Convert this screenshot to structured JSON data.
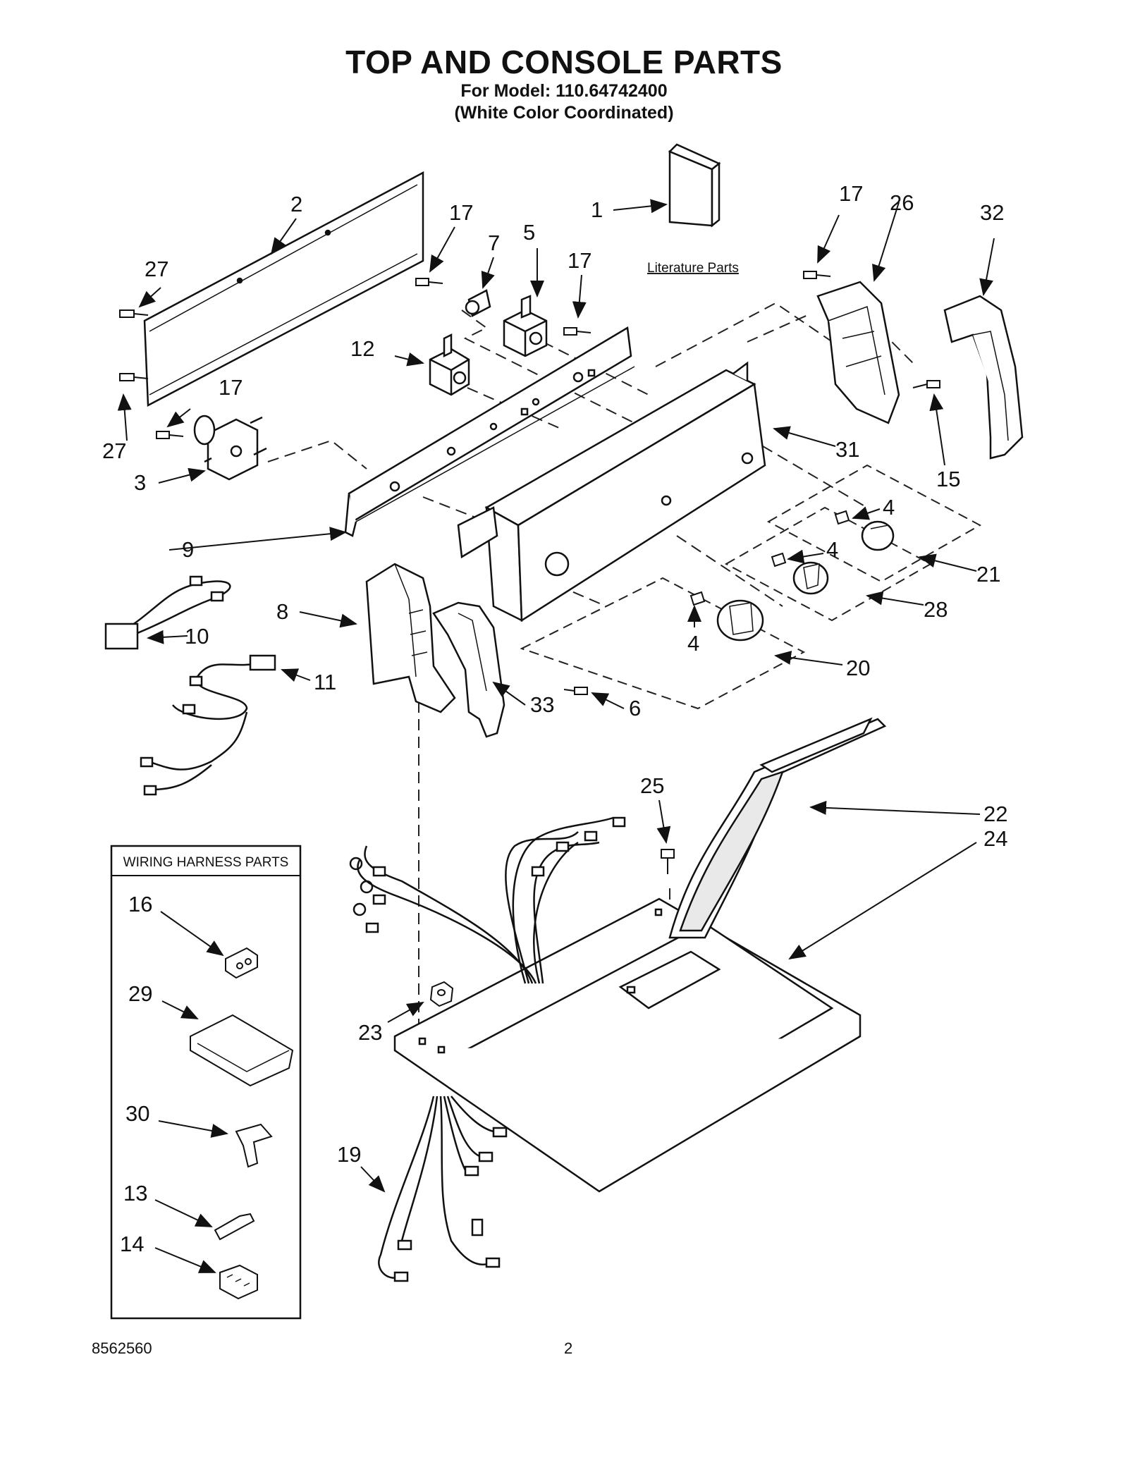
{
  "header": {
    "title": "TOP AND CONSOLE PARTS",
    "model_line": "For Model: 110.64742400",
    "color_line": "(White Color Coordinated)"
  },
  "literature_label": "Literature Parts",
  "wiring_box": {
    "title": "WIRING HARNESS PARTS"
  },
  "callouts": {
    "c1": "1",
    "c2": "2",
    "c3": "3",
    "c4a": "4",
    "c4b": "4",
    "c4c": "4",
    "c5": "5",
    "c6": "6",
    "c7": "7",
    "c8": "8",
    "c9": "9",
    "c10": "10",
    "c11": "11",
    "c12": "12",
    "c13": "13",
    "c14": "14",
    "c15": "15",
    "c16": "16",
    "c17a": "17",
    "c17b": "17",
    "c17c": "17",
    "c17d": "17",
    "c19": "19",
    "c20": "20",
    "c21": "21",
    "c22": "22",
    "c23": "23",
    "c24": "24",
    "c25": "25",
    "c26": "26",
    "c27a": "27",
    "c27b": "27",
    "c28": "28",
    "c29": "29",
    "c30": "30",
    "c31": "31",
    "c32": "32",
    "c33": "33"
  },
  "footer": {
    "doc_number": "8562560",
    "page_number": "2"
  }
}
